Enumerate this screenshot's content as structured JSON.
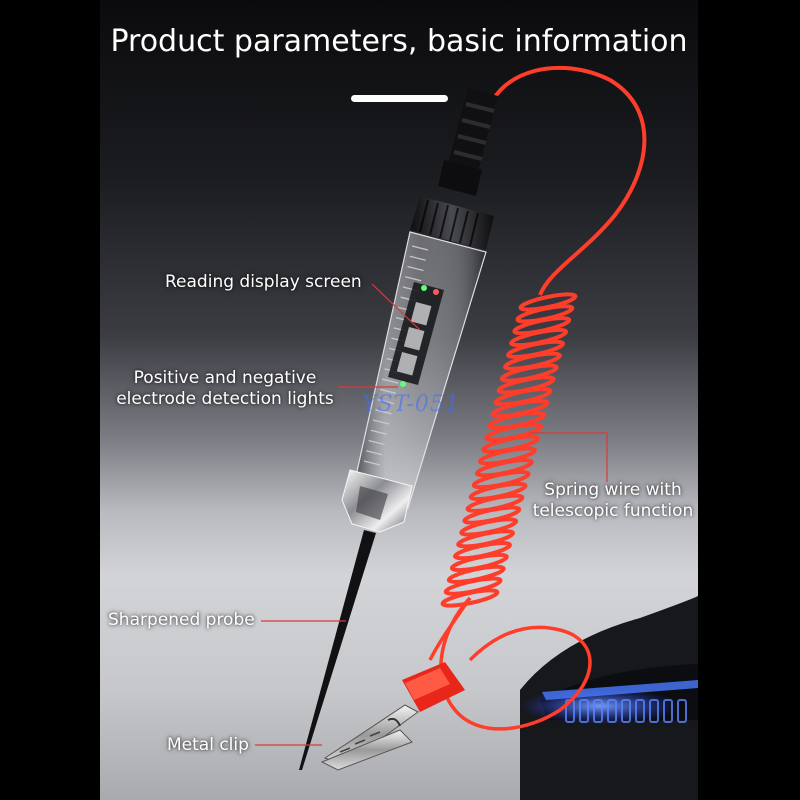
{
  "title": "Product parameters, basic information",
  "watermark": "YST-051",
  "colors": {
    "background": "#000000",
    "cable_red": "#ff3d2b",
    "leader_line": "#d83a3a",
    "text": "#ffffff",
    "headlight_blue": "#3a6bff"
  },
  "callouts": {
    "display": "Reading display screen",
    "lights_line1": "Positive and negative",
    "lights_line2": "electrode detection lights",
    "spring_line1": "Spring wire with",
    "spring_line2": "telescopic function",
    "probe": "Sharpened probe",
    "clip": "Metal clip"
  }
}
